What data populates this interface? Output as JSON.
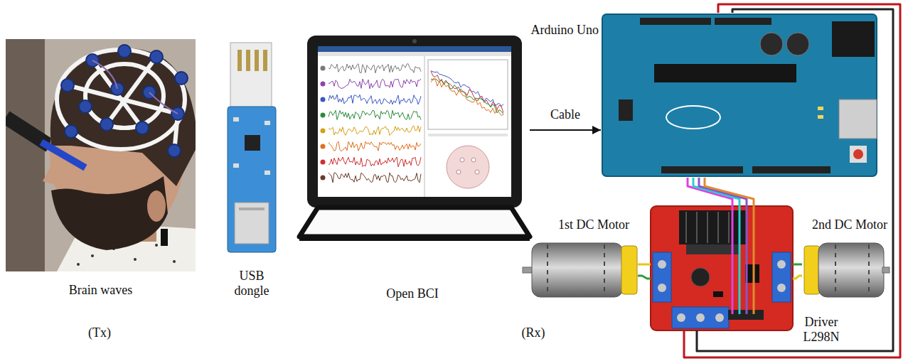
{
  "diagram": {
    "nodes": [
      {
        "text": [
          "Brain waves"
        ]
      },
      {
        "text": [
          "USB dongle"
        ]
      },
      {
        "text": [
          "Open BCI"
        ]
      },
      {
        "text": [
          "Arduino Uno"
        ]
      },
      {
        "text": [
          "1st DC Motor"
        ]
      },
      {
        "text": [
          "Driver L298N"
        ]
      },
      {
        "text": [
          "2nd DC Motor"
        ]
      }
    ],
    "edges": [
      {
        "from": 2,
        "to": 3,
        "arrow": "to",
        "label": "Cable"
      },
      {
        "from": 3,
        "to": 5,
        "arrow": "none"
      },
      {
        "from": 3,
        "to": 5,
        "arrow": "none"
      },
      {
        "from": 3,
        "to": 5,
        "arrow": "none"
      },
      {
        "from": 4,
        "to": 5,
        "arrow": "none"
      },
      {
        "from": 5,
        "to": 6,
        "arrow": "none"
      }
    ],
    "labels": [
      "(Tx)",
      "(Rx)"
    ]
  }
}
